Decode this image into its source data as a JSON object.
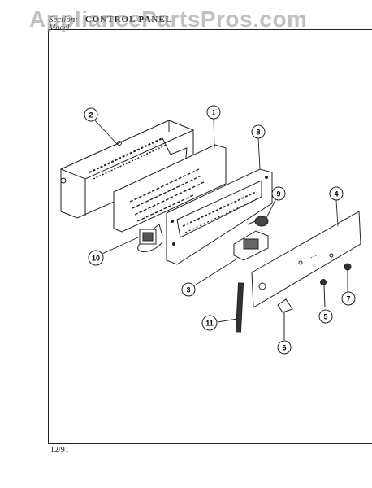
{
  "header": {
    "section_label": "Section:",
    "section_value": "CONTROL PANEL",
    "model_label": "Model:"
  },
  "watermark": "AppliancePartsPros.com",
  "footer": {
    "date": "12/91"
  },
  "callouts": [
    "1",
    "2",
    "3",
    "4",
    "5",
    "6",
    "7",
    "8",
    "9",
    "10",
    "11"
  ],
  "colors": {
    "ink": "#222222",
    "watermark": "#8c8c8c"
  }
}
